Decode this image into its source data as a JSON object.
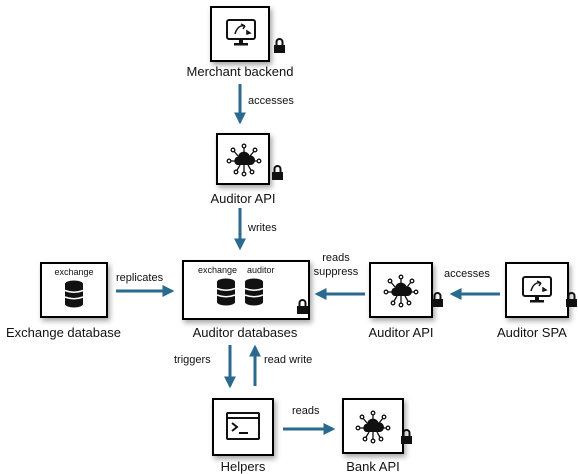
{
  "nodes": {
    "merchant_backend": {
      "label": "Merchant backend",
      "icon": "monitor-icon",
      "locked": true
    },
    "auditor_api_top": {
      "label": "Auditor API",
      "icon": "cloud-network-icon",
      "locked": true
    },
    "exchange_database": {
      "label": "Exchange database",
      "icon": "database-icon",
      "inner_label": "exchange"
    },
    "auditor_databases": {
      "label": "Auditor databases",
      "icon": "database-icon",
      "inner_labels": [
        "exchange",
        "auditor"
      ],
      "locked": true
    },
    "auditor_api_right": {
      "label": "Auditor API",
      "icon": "cloud-network-icon",
      "locked": true
    },
    "auditor_spa": {
      "label": "Auditor SPA",
      "icon": "monitor-icon",
      "locked": true
    },
    "helpers": {
      "label": "Helpers",
      "icon": "terminal-icon"
    },
    "bank_api": {
      "label": "Bank API",
      "icon": "cloud-network-icon",
      "locked": true
    }
  },
  "edges": {
    "accesses_top": "accesses",
    "writes": "writes",
    "replicates": "replicates",
    "reads_suppress": [
      "reads",
      "suppress"
    ],
    "accesses_right": "accesses",
    "triggers": "triggers",
    "read_write": "read write",
    "reads_bottom": "reads"
  },
  "colors": {
    "arrow": "#2a6a8e",
    "border": "#000000",
    "lock": "#111111"
  }
}
